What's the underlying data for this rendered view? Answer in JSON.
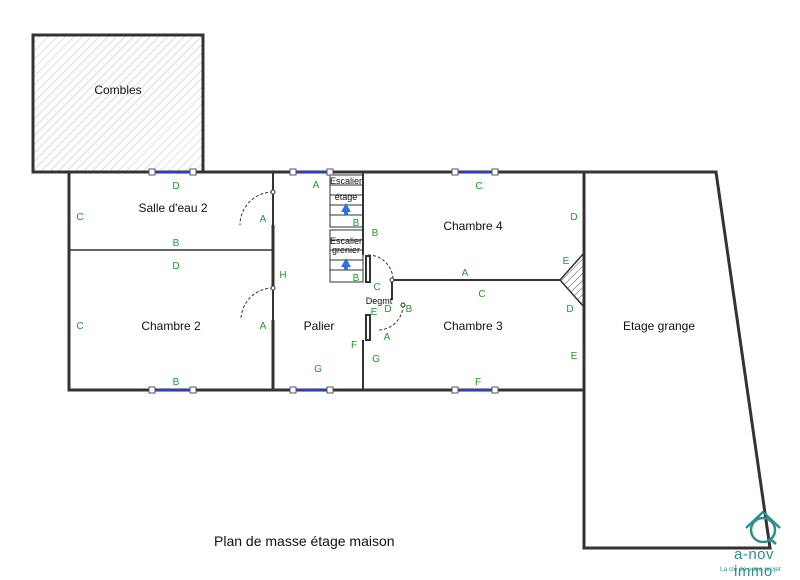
{
  "rooms": {
    "combles": "Combles",
    "salle_eau_2": "Salle d'eau 2",
    "chambre_2": "Chambre 2",
    "palier": "Palier",
    "chambre_4": "Chambre 4",
    "chambre_3": "Chambre 3",
    "degmt": "Degmt",
    "etage_grange": "Etage grange"
  },
  "stairs": {
    "etage_line1": "Escalier",
    "etage_line2": "étage",
    "grenier_line1": "Escalier",
    "grenier_line2": "grenier"
  },
  "wall_codes": {
    "salle_top": "D",
    "salle_left": "C",
    "salle_right": "A",
    "salle_bottom": "B",
    "ch2_top": "D",
    "ch2_left": "C",
    "ch2_right": "A",
    "ch2_bottom": "B",
    "palier_top": "A",
    "palier_left": "H",
    "palier_bottom": "G",
    "palier_right": "F",
    "stair_b1": "B",
    "stair_b2": "B",
    "stair_right": "B",
    "degmt_c": "C",
    "degmt_e": "E",
    "degmt_d": "D",
    "degmt_a": "A",
    "degmt_g": "G",
    "degmt_b": "B",
    "ch4_top": "C",
    "ch4_right": "D",
    "ch4_bottom": "A",
    "ch4_e": "E",
    "ch3_top": "C",
    "ch3_right": "D",
    "ch3_e": "E",
    "ch3_bottom": "F"
  },
  "caption": "Plan de masse étage maison",
  "logo": {
    "name": "a-nov immo",
    "tagline": "La clé de votre projet"
  },
  "colors": {
    "wall": "#333333",
    "window": "#2a3bd6",
    "wall_code": "#1f9a2c",
    "stair_arrow": "#2f6fe0",
    "logo": "#2f8f8a"
  }
}
